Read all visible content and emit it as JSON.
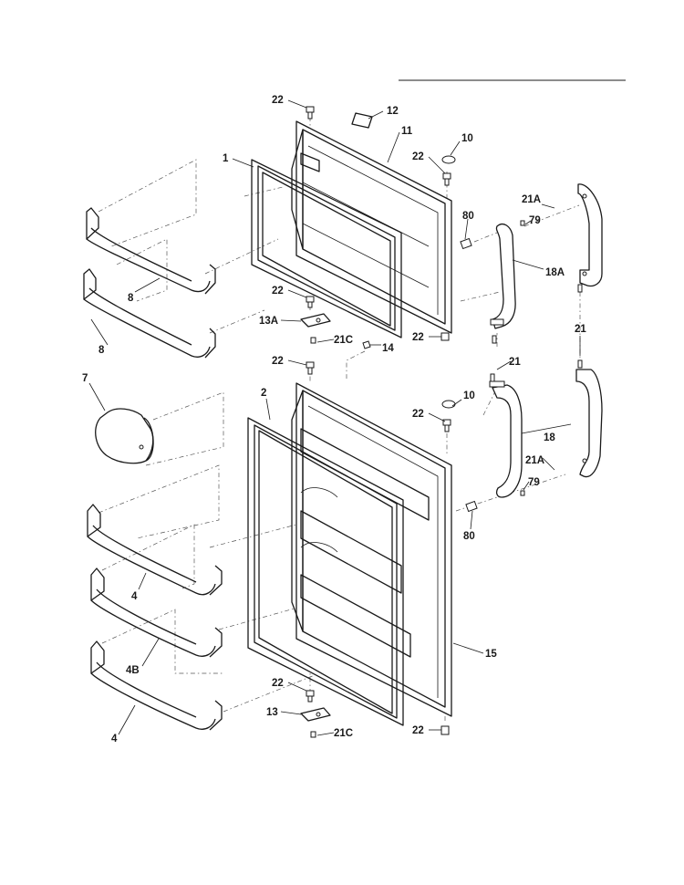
{
  "diagram": {
    "callouts": [
      {
        "id": "c-22-a",
        "text": "22"
      },
      {
        "id": "c-12",
        "text": "12"
      },
      {
        "id": "c-11",
        "text": "11"
      },
      {
        "id": "c-10-a",
        "text": "10"
      },
      {
        "id": "c-22-b",
        "text": "22"
      },
      {
        "id": "c-1",
        "text": "1"
      },
      {
        "id": "c-21a-a",
        "text": "21A"
      },
      {
        "id": "c-79-a",
        "text": "79"
      },
      {
        "id": "c-80-a",
        "text": "80"
      },
      {
        "id": "c-18a",
        "text": "18A"
      },
      {
        "id": "c-8-a",
        "text": "8"
      },
      {
        "id": "c-8-b",
        "text": "8"
      },
      {
        "id": "c-22-c",
        "text": "22"
      },
      {
        "id": "c-13a",
        "text": "13A"
      },
      {
        "id": "c-21c-a",
        "text": "21C"
      },
      {
        "id": "c-14",
        "text": "14"
      },
      {
        "id": "c-22-d",
        "text": "22"
      },
      {
        "id": "c-21-a",
        "text": "21"
      },
      {
        "id": "c-21-b",
        "text": "21"
      },
      {
        "id": "c-22-e",
        "text": "22"
      },
      {
        "id": "c-7",
        "text": "7"
      },
      {
        "id": "c-2",
        "text": "2"
      },
      {
        "id": "c-10-b",
        "text": "10"
      },
      {
        "id": "c-22-f",
        "text": "22"
      },
      {
        "id": "c-18",
        "text": "18"
      },
      {
        "id": "c-21a-b",
        "text": "21A"
      },
      {
        "id": "c-79-b",
        "text": "79"
      },
      {
        "id": "c-80-b",
        "text": "80"
      },
      {
        "id": "c-4-a",
        "text": "4"
      },
      {
        "id": "c-4b",
        "text": "4B"
      },
      {
        "id": "c-15",
        "text": "15"
      },
      {
        "id": "c-4-b",
        "text": "4"
      },
      {
        "id": "c-22-g",
        "text": "22"
      },
      {
        "id": "c-13",
        "text": "13"
      },
      {
        "id": "c-21c-b",
        "text": "21C"
      },
      {
        "id": "c-22-h",
        "text": "22"
      }
    ]
  }
}
